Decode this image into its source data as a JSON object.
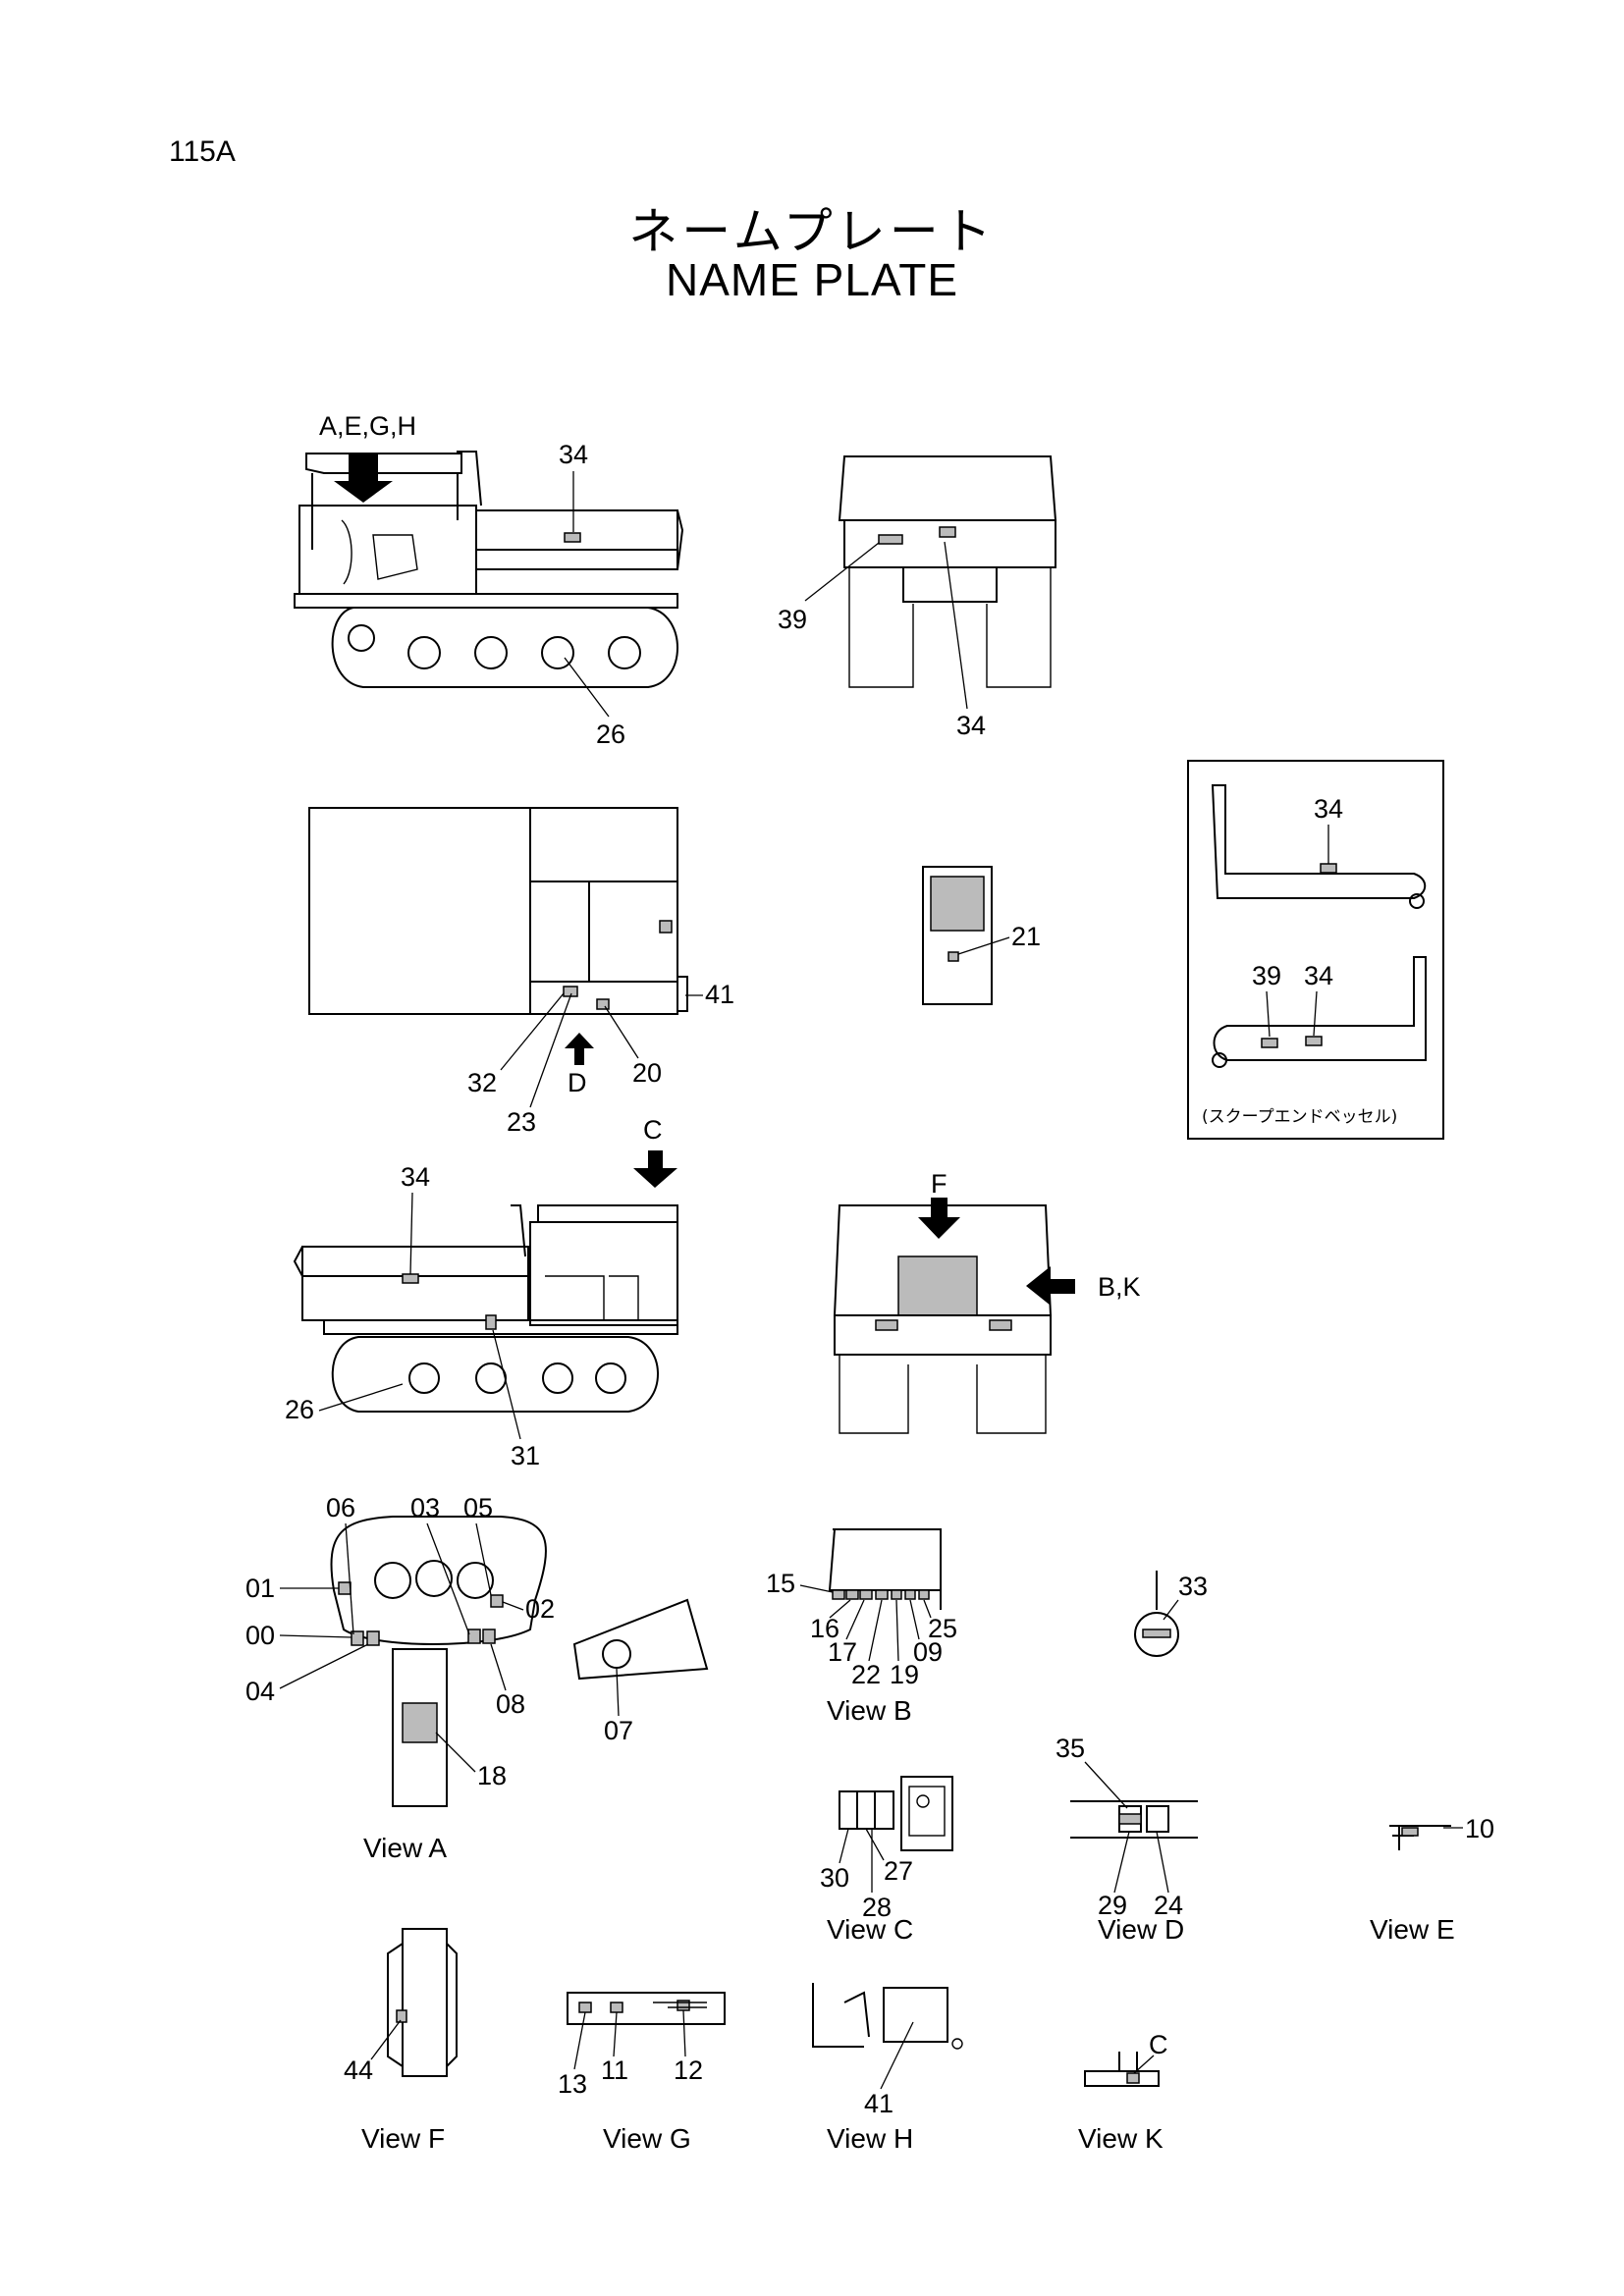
{
  "page_code": "115A",
  "title_jp": "ネームプレート",
  "title_en": "NAME PLATE",
  "arrows": {
    "aegh": "A,E,G,H",
    "d": "D",
    "c": "C",
    "f": "F",
    "bk": "B,K",
    "k_c": "C"
  },
  "inset_caption": "(スクープエンドベッセル)",
  "labels": {
    "side_34": "34",
    "side_26": "26",
    "rear_39": "39",
    "rear_34": "34",
    "top_32": "32",
    "top_23": "23",
    "top_20": "20",
    "top_41": "41",
    "panel_21": "21",
    "inset_34a": "34",
    "inset_39": "39",
    "inset_34b": "34",
    "side2_34": "34",
    "side2_26": "26",
    "side2_31": "31",
    "va_06": "06",
    "va_03": "03",
    "va_05": "05",
    "va_01": "01",
    "va_02": "02",
    "va_00": "00",
    "va_04": "04",
    "va_08": "08",
    "va_07": "07",
    "va_18": "18",
    "vb_15": "15",
    "vb_16": "16",
    "vb_17": "17",
    "vb_22": "22",
    "vb_19": "19",
    "vb_09": "09",
    "vb_25": "25",
    "p_33": "33",
    "vc_30": "30",
    "vc_27": "27",
    "vc_28": "28",
    "vd_35": "35",
    "vd_29": "29",
    "vd_24": "24",
    "ve_10": "10",
    "vf_44": "44",
    "vg_13": "13",
    "vg_11": "11",
    "vg_12": "12",
    "vh_41": "41"
  },
  "views": {
    "a": "View A",
    "b": "View B",
    "c": "View C",
    "d": "View D",
    "e": "View E",
    "f": "View F",
    "g": "View G",
    "h": "View H",
    "k": "View K"
  }
}
